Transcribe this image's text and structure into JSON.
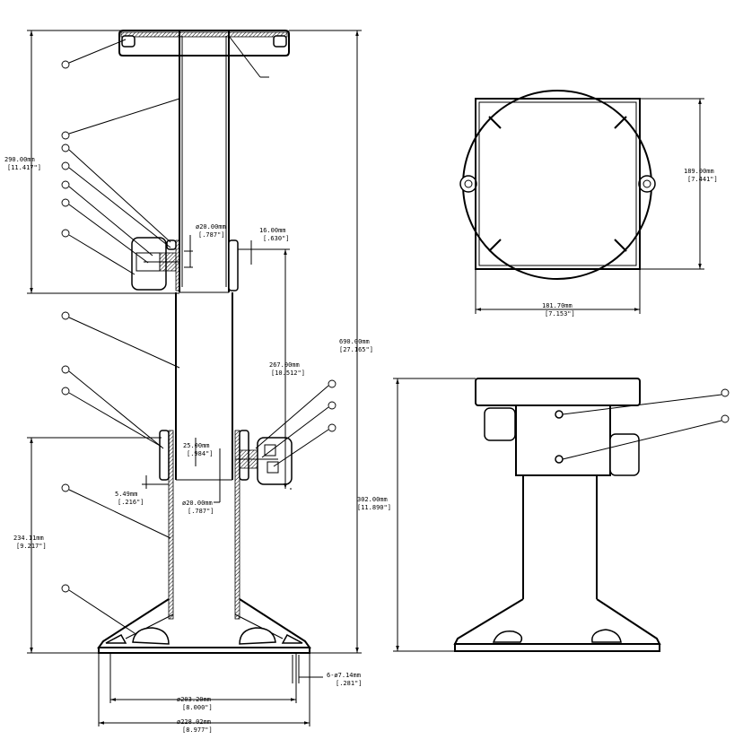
{
  "title": "Adjustable pedestal technical drawing",
  "dimensions": {
    "upper_height": {
      "mm": "290.00mm",
      "in": "[11.417\"]"
    },
    "pin_dia_upper": {
      "mm": "ø20.00mm",
      "in": "[.787\"]"
    },
    "pin_offset": {
      "mm": "16.00mm",
      "in": "[.630\"]"
    },
    "overall_height": {
      "mm": "690.00mm",
      "in": "[27.165\"]"
    },
    "adjust_travel": {
      "mm": "267.00mm",
      "in": "[10.512\"]"
    },
    "lower_band": {
      "mm": "25.00mm",
      "in": "[.984\"]"
    },
    "gap": {
      "mm": "5.49mm",
      "in": "[.216\"]"
    },
    "pin_dia_lower": {
      "mm": "ø20.00mm",
      "in": "[.787\"]"
    },
    "lower_height": {
      "mm": "234.11mm",
      "in": "[9.217\"]"
    },
    "bolt_holes": {
      "mm": "6-ø7.14mm",
      "in": "[.281\"]"
    },
    "bolt_circle": {
      "mm": "ø203.20mm",
      "in": "[8.000\"]"
    },
    "base_dia": {
      "mm": "ø228.02mm",
      "in": "[8.977\"]"
    },
    "plate_depth": {
      "mm": "189.00mm",
      "in": "[7.441\"]"
    },
    "plate_width": {
      "mm": "181.70mm",
      "in": "[7.153\"]"
    },
    "min_height": {
      "mm": "302.00mm",
      "in": "[11.890\"]"
    }
  }
}
